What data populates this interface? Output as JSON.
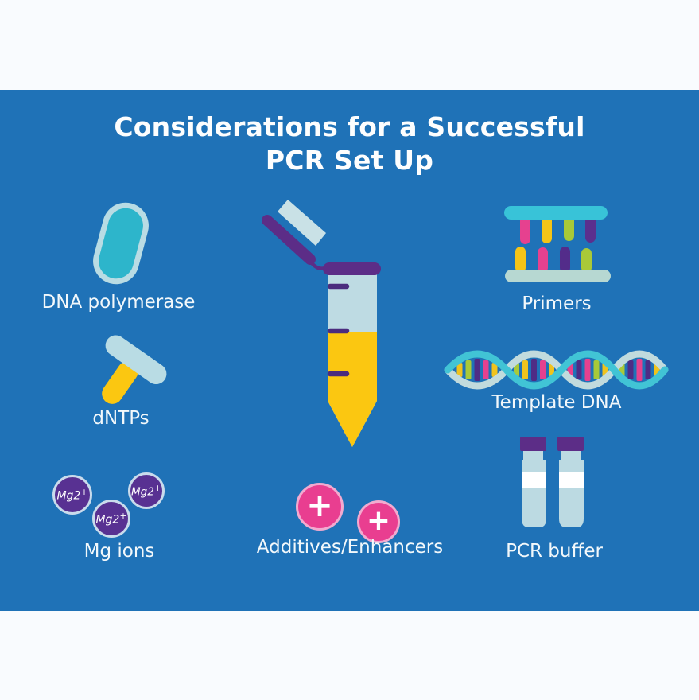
{
  "title": {
    "line1": "Considerations for a Successful",
    "line2": "PCR Set Up"
  },
  "labels": {
    "dna_polymerase": "DNA polymerase",
    "dntps": "dNTPs",
    "mg_ions": "Mg ions",
    "additives": "Additives/Enhancers",
    "primers": "Primers",
    "template_dna": "Template DNA",
    "pcr_buffer": "PCR buffer"
  },
  "mg_ion": {
    "base": "Mg2",
    "sup": "+"
  },
  "additive_symbol": "+",
  "icons": {
    "dna_polymerase": "capsule-icon",
    "dntps": "nucleotide-icon",
    "mg_ions": "ion-circles-icon",
    "center": "microcentrifuge-tube-icon",
    "additives": "plus-circles-icon",
    "primers": "primers-ladder-icon",
    "template_dna": "dna-helix-icon",
    "pcr_buffer": "buffer-tubes-icon"
  },
  "colors": {
    "panel_blue": "#1f72b7",
    "margin_white": "#f9fbfe",
    "title_text": "#fdfefe",
    "label_text": "#f2f8fb",
    "teal_fill": "#2db5cb",
    "pale_teal": "#bcdae2",
    "yellow": "#fbc711",
    "dark_purple": "#5c2d87",
    "grad_mark_purple": "#4b2c7e",
    "ion_purple": "#583192",
    "pink": "#e93e90",
    "cyan_bar": "#38c3d8",
    "lime": "#a9c938",
    "helix_cyan": "#41c4d5",
    "helix_pale": "#c1dbdd"
  }
}
